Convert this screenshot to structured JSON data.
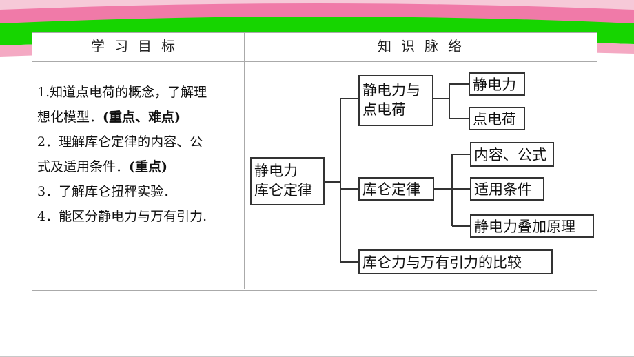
{
  "table": {
    "header_left": "学习目标",
    "header_right": "知识脉络"
  },
  "goals": [
    {
      "text": "1.知道点电荷的概念，了解理"
    },
    {
      "text": "想化模型．",
      "strong": "(重点、难点)"
    },
    {
      "text": "2．理解库仑定律的内容、公"
    },
    {
      "text": "式及适用条件．",
      "strong": "(重点)"
    },
    {
      "text": "3．了解库仑扭秤实验．"
    },
    {
      "text": "4．能区分静电力与万有引力."
    }
  ],
  "mindmap": {
    "root": {
      "line1": "静电力",
      "line2": "库仑定律"
    },
    "branch1": {
      "line1": "静电力与",
      "line2": "点电荷"
    },
    "leaf1": "静电力",
    "leaf2": "点电荷",
    "branch2": "库仑定律",
    "leaf3": "内容、公式",
    "leaf4": "适用条件",
    "leaf5": "静电力叠加原理",
    "branch3": "库仑力与万有引力的比较"
  },
  "colors": {
    "banner_green": "#16d500",
    "banner_pink": "#f07aa8",
    "border": "#aaaaaa"
  }
}
